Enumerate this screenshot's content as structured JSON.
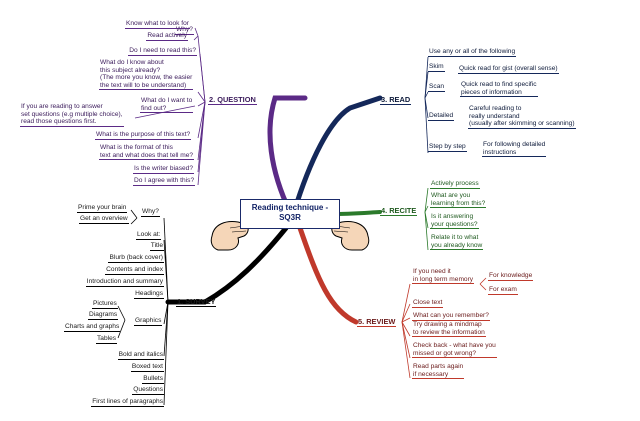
{
  "centre": {
    "line1": "Reading technique -",
    "line2": "SQ3R"
  },
  "question": {
    "title": "2. QUESTION",
    "why": "Why?",
    "why_items": [
      "Know what to look for",
      "Read actively"
    ],
    "do_i_need": "Do I need to read this?",
    "know_lines": [
      "What do I know about",
      "this subject already?",
      "(The more you know, the easier",
      "the text will to be understand)"
    ],
    "want_lines": [
      "What do I want to",
      "find out?"
    ],
    "answer_lines": [
      "If you are reading to answer",
      "set questions (e.g multiple choice),",
      "read those questions first."
    ],
    "purpose": "What is the purpose of this text?",
    "format_lines": [
      "What is the format of this",
      "text and what does that tell me?"
    ],
    "biased": "Is the writer biased?",
    "agree": "Do I agree with this?"
  },
  "read": {
    "title": "3. READ",
    "intro": "Use any or all of the following",
    "skim": "Skim",
    "skim_desc": "Quick read for gist (overall sense)",
    "scan": "Scan",
    "scan_desc": [
      "Quick read to find specific",
      "pieces of information"
    ],
    "detailed": "Detailed",
    "detailed_desc": [
      "Careful reading to",
      "really understand",
      "(usually after skimming or scanning)"
    ],
    "step": "Step by step",
    "step_desc": [
      "For following detailed",
      "instructions"
    ]
  },
  "recite": {
    "title": "4. RECITE",
    "items": [
      [
        "Actively process"
      ],
      [
        "What are you",
        "learning from this?"
      ],
      [
        "Is it answering",
        "your questions?"
      ],
      [
        "Relate it to what",
        "you already know"
      ]
    ]
  },
  "review": {
    "title": "5. REVIEW",
    "memory": [
      "If you need it",
      "in long term memory"
    ],
    "knowledge": "For knowledge",
    "exam": "For exam",
    "items": [
      [
        "Close text"
      ],
      [
        "What can you remember?"
      ],
      [
        "Try drawing a mindmap",
        "to review the information"
      ],
      [
        "Check back - what have you",
        "missed or got wrong?"
      ],
      [
        "Read parts again",
        "if necessary"
      ]
    ]
  },
  "survey": {
    "title": "1. SURVEY",
    "why": "Why?",
    "why_items": [
      "Prime your brain",
      "Get an overview"
    ],
    "look_at": "Look at:",
    "look_items": [
      "Title",
      "Blurb (back cover)",
      "Contents and index",
      "Introduction and summary",
      "Headings"
    ],
    "graphics": "Graphics",
    "graphics_items": [
      "Pictures",
      "Diagrams",
      "Charts and graphs",
      "Tables"
    ],
    "text_items": [
      "Bold and italics",
      "Boxed text",
      "Bullets",
      "Questions",
      "First lines of paragraphs"
    ]
  }
}
